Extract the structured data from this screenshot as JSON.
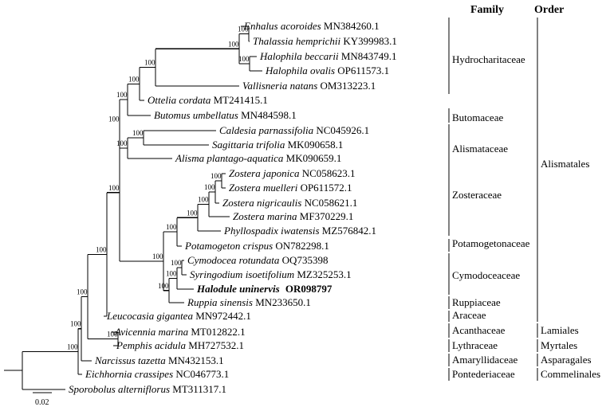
{
  "headers": {
    "family": "Family",
    "order": "Order"
  },
  "scale_bar": {
    "label": "0.02",
    "value": 0.02
  },
  "leaves": [
    {
      "species": "Enhalus acoroides",
      "accession": "MN384260.1",
      "bold": false
    },
    {
      "species": "Thalassia hemprichii",
      "accession": "KY399983.1",
      "bold": false
    },
    {
      "species": "Halophila beccarii",
      "accession": "MN843749.1",
      "bold": false
    },
    {
      "species": "Halophila ovalis",
      "accession": "OP611573.1",
      "bold": false
    },
    {
      "species": "Vallisneria natans",
      "accession": "OM313223.1",
      "bold": false
    },
    {
      "species": "Ottelia cordata",
      "accession": "MT241415.1",
      "bold": false
    },
    {
      "species": "Butomus umbellatus",
      "accession": "MN484598.1",
      "bold": false
    },
    {
      "species": "Caldesia parnassifolia",
      "accession": "NC045926.1",
      "bold": false
    },
    {
      "species": "Sagittaria trifolia",
      "accession": "MK090658.1",
      "bold": false
    },
    {
      "species": "Alisma plantago-aquatica",
      "accession": "MK090659.1",
      "bold": false
    },
    {
      "species": "Zostera japonica",
      "accession": "NC058623.1",
      "bold": false
    },
    {
      "species": "Zostera muelleri",
      "accession": "OP611572.1",
      "bold": false
    },
    {
      "species": "Zostera nigricaulis",
      "accession": "NC058621.1",
      "bold": false
    },
    {
      "species": "Zostera marina",
      "accession": "MF370229.1",
      "bold": false
    },
    {
      "species": "Phyllospadix iwatensis",
      "accession": "MZ576842.1",
      "bold": false
    },
    {
      "species": "Potamogeton crispus",
      "accession": "ON782298.1",
      "bold": false
    },
    {
      "species": "Cymodocea rotundata",
      "accession": "OQ735398",
      "bold": false
    },
    {
      "species": "Syringodium isoetifolium",
      "accession": "MZ325253.1",
      "bold": false
    },
    {
      "species": "Halodule uninervis",
      "accession": "OR098797",
      "bold": true
    },
    {
      "species": "Ruppia sinensis",
      "accession": "MN233650.1",
      "bold": false
    },
    {
      "species": "Leucocasia gigantea",
      "accession": "MN972442.1",
      "bold": false
    },
    {
      "species": "Avicennia marina",
      "accession": "MT012822.1",
      "bold": false
    },
    {
      "species": "Pemphis acidula",
      "accession": "MH727532.1",
      "bold": false
    },
    {
      "species": "Narcissus tazetta",
      "accession": "MN432153.1",
      "bold": false
    },
    {
      "species": "Eichhornia crassipes",
      "accession": "NC046773.1",
      "bold": false
    },
    {
      "species": "Sporobolus alterniflorus",
      "accession": "MT311317.1",
      "bold": false
    }
  ],
  "bootstrap": [
    "100",
    "100",
    "100",
    "100",
    "100",
    "100",
    "100",
    "100",
    "100",
    "100",
    "100",
    "100",
    "100",
    "100",
    "100",
    "100",
    "100",
    "100",
    "100",
    "100",
    "100",
    "100",
    "100",
    "100"
  ],
  "families": [
    "Hydrocharitaceae",
    "Butomaceae",
    "Alismataceae",
    "Zosteraceae",
    "Potamogetonaceae",
    "Cymodoceaceae",
    "Ruppiaceae",
    "Araceae",
    "Acanthaceae",
    "Lythraceae",
    "Amaryllidaceae",
    "Pontederiaceae"
  ],
  "orders": [
    "Alismatales",
    "Lamiales",
    "Myrtales",
    "Asparagales",
    "Commelinales"
  ]
}
